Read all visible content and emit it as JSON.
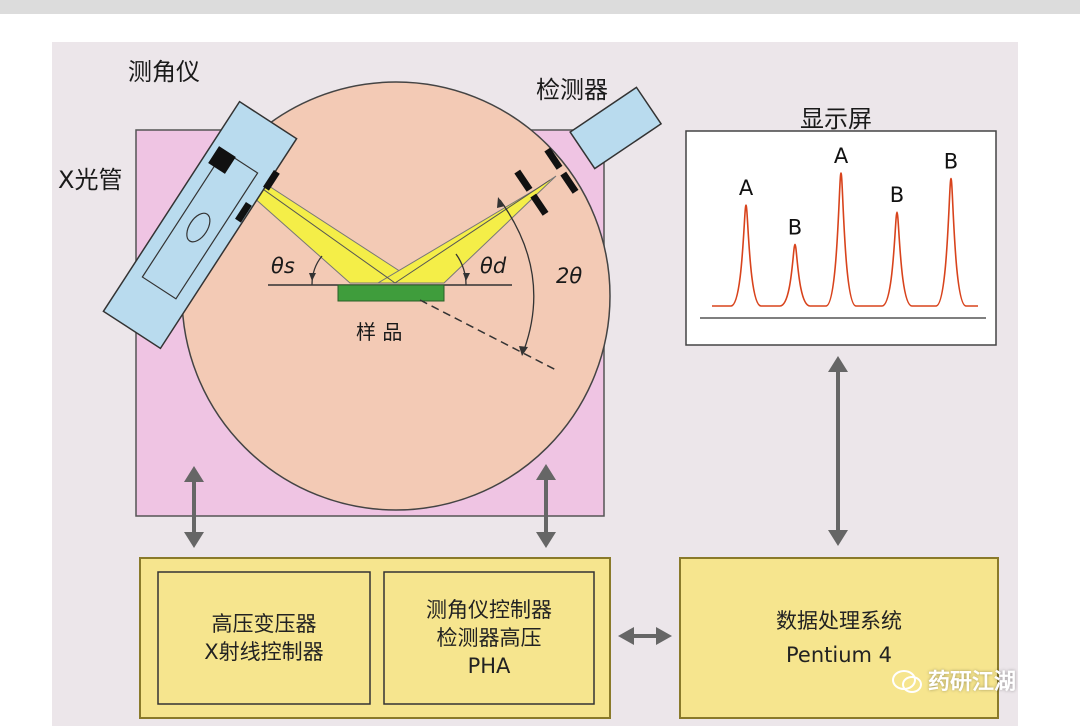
{
  "labels": {
    "goniometer": "测角仪",
    "xray_tube": "X光管",
    "detector": "检测器",
    "display": "显示屏",
    "sample": "样 品",
    "theta_s": "θs",
    "theta_d": "θd",
    "two_theta": "2θ"
  },
  "peaks": [
    {
      "label": "A",
      "height": 0.72
    },
    {
      "label": "B",
      "height": 0.44
    },
    {
      "label": "A",
      "height": 0.95
    },
    {
      "label": "B",
      "height": 0.67
    },
    {
      "label": "B",
      "height": 0.91
    }
  ],
  "boxes": {
    "hv": {
      "lines": [
        "高压变压器",
        "X射线控制器"
      ]
    },
    "gonio_ctrl": {
      "lines": [
        "测角仪控制器",
        "检测器高压",
        "PHA"
      ]
    },
    "data": {
      "lines": [
        "数据处理系统",
        "Pentium 4"
      ]
    }
  },
  "watermark": "药研江湖",
  "colors": {
    "background": "#ece6ea",
    "base": "#efc4e3",
    "circle": "#f3cab5",
    "tube": "#b9dbee",
    "beam": "#f4ee48",
    "sample": "#3f9d3c",
    "controller": "#f6e58e",
    "controller_border": "#8a7a2a",
    "arrow": "#666666",
    "peak": "#d8431c"
  }
}
